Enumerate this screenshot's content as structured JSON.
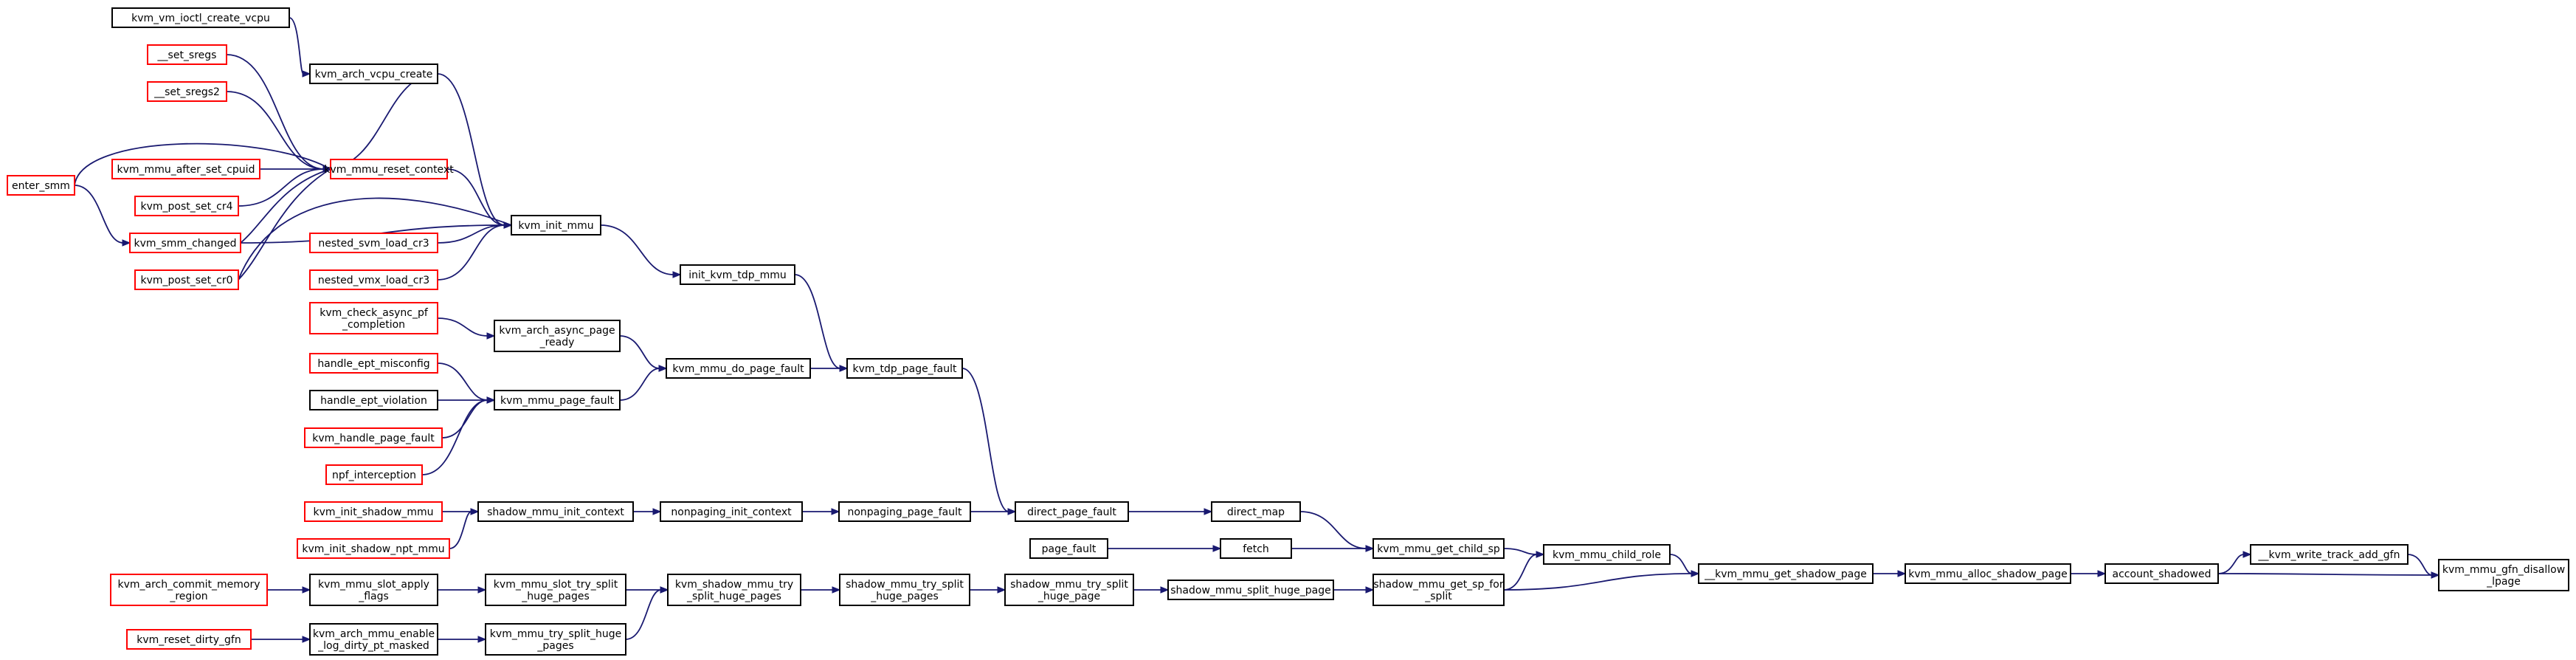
{
  "colors": {
    "edge": "#191970",
    "node_border": "#000000",
    "node_border_truncated": "#ff0000",
    "node_fill": "#ffffff",
    "root_fill": "#bfbfbf"
  },
  "graph": {
    "root": "kvm_mmu_gfn_disallow_lpage",
    "nodes": [
      {
        "id": "n1",
        "label": [
          "kvm_vm_ioctl_create_vcpu"
        ],
        "truncated": false,
        "root": false
      },
      {
        "id": "n2",
        "label": [
          "kvm_arch_vcpu_create"
        ],
        "truncated": false,
        "root": false
      },
      {
        "id": "n3",
        "label": [
          "__set_sregs"
        ],
        "truncated": true,
        "root": false
      },
      {
        "id": "n4",
        "label": [
          "__set_sregs2"
        ],
        "truncated": true,
        "root": false
      },
      {
        "id": "n5",
        "label": [
          "kvm_mmu_reset_context"
        ],
        "truncated": true,
        "root": false
      },
      {
        "id": "n6",
        "label": [
          "kvm_mmu_after_set_cpuid"
        ],
        "truncated": true,
        "root": false
      },
      {
        "id": "n7",
        "label": [
          "enter_smm"
        ],
        "truncated": true,
        "root": false
      },
      {
        "id": "n8",
        "label": [
          "kvm_post_set_cr4"
        ],
        "truncated": true,
        "root": false
      },
      {
        "id": "n9",
        "label": [
          "kvm_smm_changed"
        ],
        "truncated": true,
        "root": false
      },
      {
        "id": "n10",
        "label": [
          "kvm_post_set_cr0"
        ],
        "truncated": true,
        "root": false
      },
      {
        "id": "n11",
        "label": [
          "kvm_init_mmu"
        ],
        "truncated": false,
        "root": false
      },
      {
        "id": "n12",
        "label": [
          "nested_svm_load_cr3"
        ],
        "truncated": true,
        "root": false
      },
      {
        "id": "n13",
        "label": [
          "nested_vmx_load_cr3"
        ],
        "truncated": true,
        "root": false
      },
      {
        "id": "n14",
        "label": [
          "init_kvm_tdp_mmu"
        ],
        "truncated": false,
        "root": false
      },
      {
        "id": "n15",
        "label": [
          "kvm_check_async_pf",
          "_completion"
        ],
        "truncated": true,
        "root": false
      },
      {
        "id": "n16",
        "label": [
          "kvm_arch_async_page",
          "_ready"
        ],
        "truncated": false,
        "root": false
      },
      {
        "id": "n17",
        "label": [
          "handle_ept_misconfig"
        ],
        "truncated": true,
        "root": false
      },
      {
        "id": "n18",
        "label": [
          "handle_ept_violation"
        ],
        "truncated": false,
        "root": false
      },
      {
        "id": "n19",
        "label": [
          "kvm_handle_page_fault"
        ],
        "truncated": true,
        "root": false
      },
      {
        "id": "n20",
        "label": [
          "npf_interception"
        ],
        "truncated": true,
        "root": false
      },
      {
        "id": "n21",
        "label": [
          "kvm_mmu_page_fault"
        ],
        "truncated": false,
        "root": false
      },
      {
        "id": "n22",
        "label": [
          "kvm_mmu_do_page_fault"
        ],
        "truncated": false,
        "root": false
      },
      {
        "id": "n23",
        "label": [
          "kvm_tdp_page_fault"
        ],
        "truncated": false,
        "root": false
      },
      {
        "id": "n24",
        "label": [
          "kvm_init_shadow_mmu"
        ],
        "truncated": true,
        "root": false
      },
      {
        "id": "n25",
        "label": [
          "kvm_init_shadow_npt_mmu"
        ],
        "truncated": true,
        "root": false
      },
      {
        "id": "n26",
        "label": [
          "shadow_mmu_init_context"
        ],
        "truncated": false,
        "root": false
      },
      {
        "id": "n27",
        "label": [
          "nonpaging_init_context"
        ],
        "truncated": false,
        "root": false
      },
      {
        "id": "n28",
        "label": [
          "nonpaging_page_fault"
        ],
        "truncated": false,
        "root": false
      },
      {
        "id": "n29",
        "label": [
          "direct_page_fault"
        ],
        "truncated": false,
        "root": false
      },
      {
        "id": "n30",
        "label": [
          "direct_map"
        ],
        "truncated": false,
        "root": false
      },
      {
        "id": "n31",
        "label": [
          "page_fault"
        ],
        "truncated": false,
        "root": false
      },
      {
        "id": "n32",
        "label": [
          "fetch"
        ],
        "truncated": false,
        "root": false
      },
      {
        "id": "n33",
        "label": [
          "kvm_mmu_get_child_sp"
        ],
        "truncated": false,
        "root": false
      },
      {
        "id": "n34",
        "label": [
          "kvm_arch_commit_memory",
          "_region"
        ],
        "truncated": true,
        "root": false
      },
      {
        "id": "n35",
        "label": [
          "kvm_mmu_slot_apply",
          "_flags"
        ],
        "truncated": false,
        "root": false
      },
      {
        "id": "n36",
        "label": [
          "kvm_mmu_slot_try_split",
          "_huge_pages"
        ],
        "truncated": false,
        "root": false
      },
      {
        "id": "n37",
        "label": [
          "kvm_shadow_mmu_try",
          "_split_huge_pages"
        ],
        "truncated": false,
        "root": false
      },
      {
        "id": "n38",
        "label": [
          "shadow_mmu_try_split",
          "_huge_pages"
        ],
        "truncated": false,
        "root": false
      },
      {
        "id": "n39",
        "label": [
          "shadow_mmu_try_split",
          "_huge_page"
        ],
        "truncated": false,
        "root": false
      },
      {
        "id": "n40",
        "label": [
          "shadow_mmu_split_huge_page"
        ],
        "truncated": false,
        "root": false
      },
      {
        "id": "n41",
        "label": [
          "kvm_reset_dirty_gfn"
        ],
        "truncated": true,
        "root": false
      },
      {
        "id": "n42",
        "label": [
          "kvm_arch_mmu_enable",
          "_log_dirty_pt_masked"
        ],
        "truncated": false,
        "root": false
      },
      {
        "id": "n43",
        "label": [
          "kvm_mmu_try_split_huge",
          "_pages"
        ],
        "truncated": false,
        "root": false
      },
      {
        "id": "n44",
        "label": [
          "shadow_mmu_get_sp_for",
          "_split"
        ],
        "truncated": false,
        "root": false
      },
      {
        "id": "n45",
        "label": [
          "kvm_mmu_child_role"
        ],
        "truncated": false,
        "root": false
      },
      {
        "id": "n46",
        "label": [
          "__kvm_mmu_get_shadow_page"
        ],
        "truncated": false,
        "root": false
      },
      {
        "id": "n47",
        "label": [
          "kvm_mmu_alloc_shadow_page"
        ],
        "truncated": false,
        "root": false
      },
      {
        "id": "n48",
        "label": [
          "account_shadowed"
        ],
        "truncated": false,
        "root": false
      },
      {
        "id": "n49",
        "label": [
          "__kvm_write_track_add_gfn"
        ],
        "truncated": false,
        "root": false
      },
      {
        "id": "n50",
        "label": [
          "kvm_mmu_gfn_disallow",
          "_lpage"
        ],
        "truncated": false,
        "root": true
      }
    ],
    "edges": [
      {
        "from": "n1",
        "to": "n2"
      },
      {
        "from": "n2",
        "to": "n5"
      },
      {
        "from": "n3",
        "to": "n5"
      },
      {
        "from": "n4",
        "to": "n5"
      },
      {
        "from": "n6",
        "to": "n5"
      },
      {
        "from": "n7",
        "to": "n5"
      },
      {
        "from": "n8",
        "to": "n5"
      },
      {
        "from": "n9",
        "to": "n5"
      },
      {
        "from": "n10",
        "to": "n5"
      },
      {
        "from": "n7",
        "to": "n9"
      },
      {
        "from": "n2",
        "to": "n11"
      },
      {
        "from": "n5",
        "to": "n11"
      },
      {
        "from": "n9",
        "to": "n11"
      },
      {
        "from": "n10",
        "to": "n11"
      },
      {
        "from": "n12",
        "to": "n11"
      },
      {
        "from": "n13",
        "to": "n11"
      },
      {
        "from": "n11",
        "to": "n14"
      },
      {
        "from": "n14",
        "to": "n23"
      },
      {
        "from": "n15",
        "to": "n16"
      },
      {
        "from": "n16",
        "to": "n22"
      },
      {
        "from": "n17",
        "to": "n21"
      },
      {
        "from": "n18",
        "to": "n21"
      },
      {
        "from": "n19",
        "to": "n21"
      },
      {
        "from": "n20",
        "to": "n21"
      },
      {
        "from": "n21",
        "to": "n22"
      },
      {
        "from": "n22",
        "to": "n23"
      },
      {
        "from": "n23",
        "to": "n29"
      },
      {
        "from": "n24",
        "to": "n26"
      },
      {
        "from": "n25",
        "to": "n26"
      },
      {
        "from": "n26",
        "to": "n27"
      },
      {
        "from": "n27",
        "to": "n28"
      },
      {
        "from": "n28",
        "to": "n29"
      },
      {
        "from": "n29",
        "to": "n30"
      },
      {
        "from": "n30",
        "to": "n33"
      },
      {
        "from": "n31",
        "to": "n32"
      },
      {
        "from": "n32",
        "to": "n33"
      },
      {
        "from": "n33",
        "to": "n45"
      },
      {
        "from": "n34",
        "to": "n35"
      },
      {
        "from": "n35",
        "to": "n36"
      },
      {
        "from": "n36",
        "to": "n37"
      },
      {
        "from": "n37",
        "to": "n38"
      },
      {
        "from": "n38",
        "to": "n39"
      },
      {
        "from": "n39",
        "to": "n40"
      },
      {
        "from": "n40",
        "to": "n44"
      },
      {
        "from": "n41",
        "to": "n42"
      },
      {
        "from": "n42",
        "to": "n43"
      },
      {
        "from": "n43",
        "to": "n37"
      },
      {
        "from": "n44",
        "to": "n45"
      },
      {
        "from": "n44",
        "to": "n46"
      },
      {
        "from": "n45",
        "to": "n46"
      },
      {
        "from": "n46",
        "to": "n47"
      },
      {
        "from": "n47",
        "to": "n48"
      },
      {
        "from": "n48",
        "to": "n49"
      },
      {
        "from": "n48",
        "to": "n50"
      },
      {
        "from": "n49",
        "to": "n50"
      }
    ]
  }
}
